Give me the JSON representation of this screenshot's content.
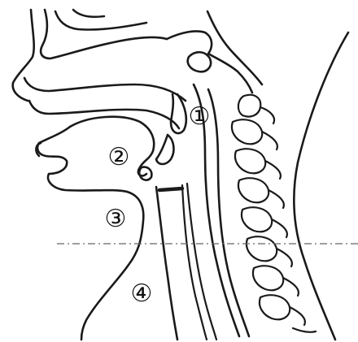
{
  "labels": {
    "l1": "①",
    "l2": "②",
    "l3": "③",
    "l4": "④"
  },
  "colors": {
    "line": "#1a1a1a",
    "background": "#ffffff",
    "reference_line": "#666666"
  }
}
